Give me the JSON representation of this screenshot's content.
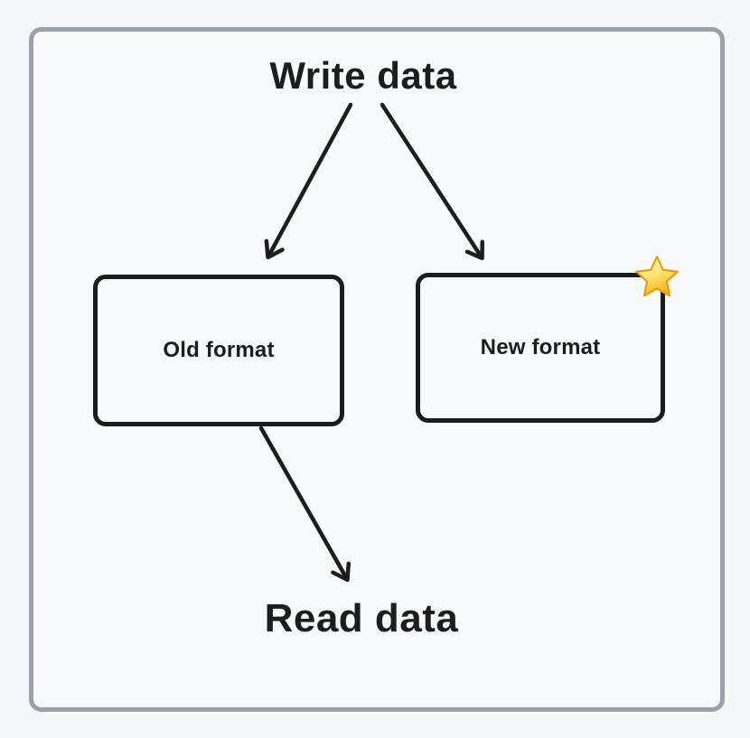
{
  "diagram": {
    "title": "Write data",
    "bottom_label": "Read data",
    "nodes": [
      {
        "id": "old-format",
        "label": "Old format",
        "badge": null
      },
      {
        "id": "new-format",
        "label": "New format",
        "badge": "star-icon"
      }
    ],
    "edges": [
      {
        "from": "Write data",
        "to": "Old format"
      },
      {
        "from": "Write data",
        "to": "New format"
      },
      {
        "from": "Old format",
        "to": "Read data"
      }
    ],
    "icons": {
      "star": "star-icon"
    },
    "colors": {
      "background": "#f6f7f9",
      "frame_border": "#99a2ac",
      "ink": "#1d1d21",
      "star_fill_light": "#fff3a6",
      "star_fill_dark": "#f5ad14",
      "star_outline": "#e79d00"
    }
  }
}
